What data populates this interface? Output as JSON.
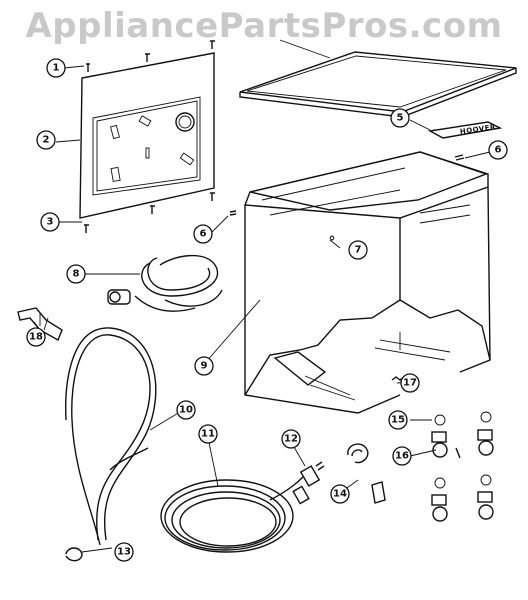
{
  "watermark": "AppliancePartsPros.com",
  "badge_text": "HOOVER",
  "callouts": [
    "1",
    "2",
    "3",
    "5",
    "6",
    "6",
    "7",
    "8",
    "9",
    "10",
    "11",
    "12",
    "13",
    "14",
    "15",
    "16",
    "17",
    "18"
  ]
}
